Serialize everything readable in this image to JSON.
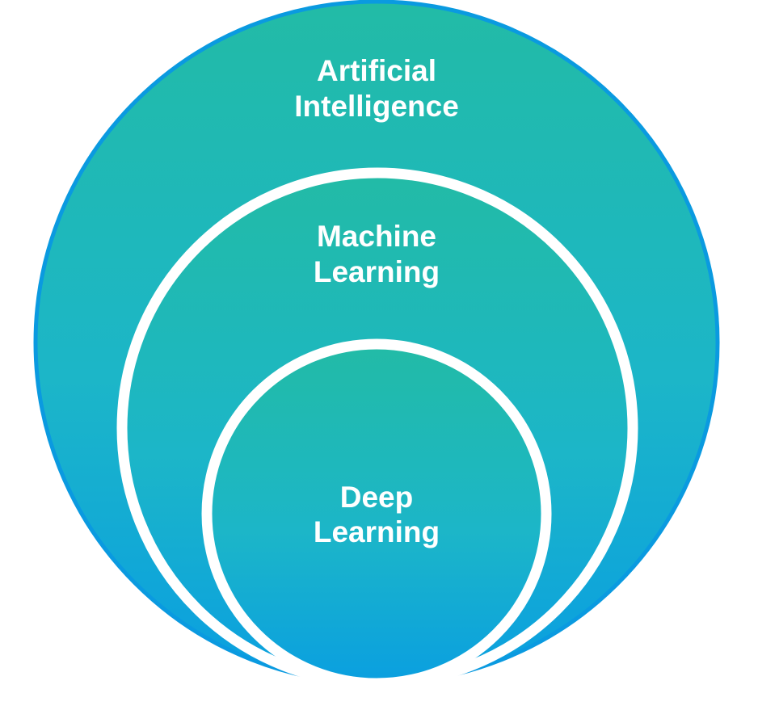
{
  "diagram": {
    "type": "nested-venn",
    "colors": {
      "gradient_top": "#22BBA6",
      "gradient_mid": "#1CB6C8",
      "gradient_bottom": "#0A9FE0",
      "outer_rim": "#0A9AE0",
      "separator": "#FFFFFF",
      "label": "#FFFFFF"
    },
    "circles": [
      {
        "id": "ai",
        "label_lines": [
          "Artificial",
          "Intelligence"
        ]
      },
      {
        "id": "ml",
        "label_lines": [
          "Machine",
          "Learning"
        ]
      },
      {
        "id": "dl",
        "label_lines": [
          "Deep",
          "Learning"
        ]
      }
    ]
  }
}
